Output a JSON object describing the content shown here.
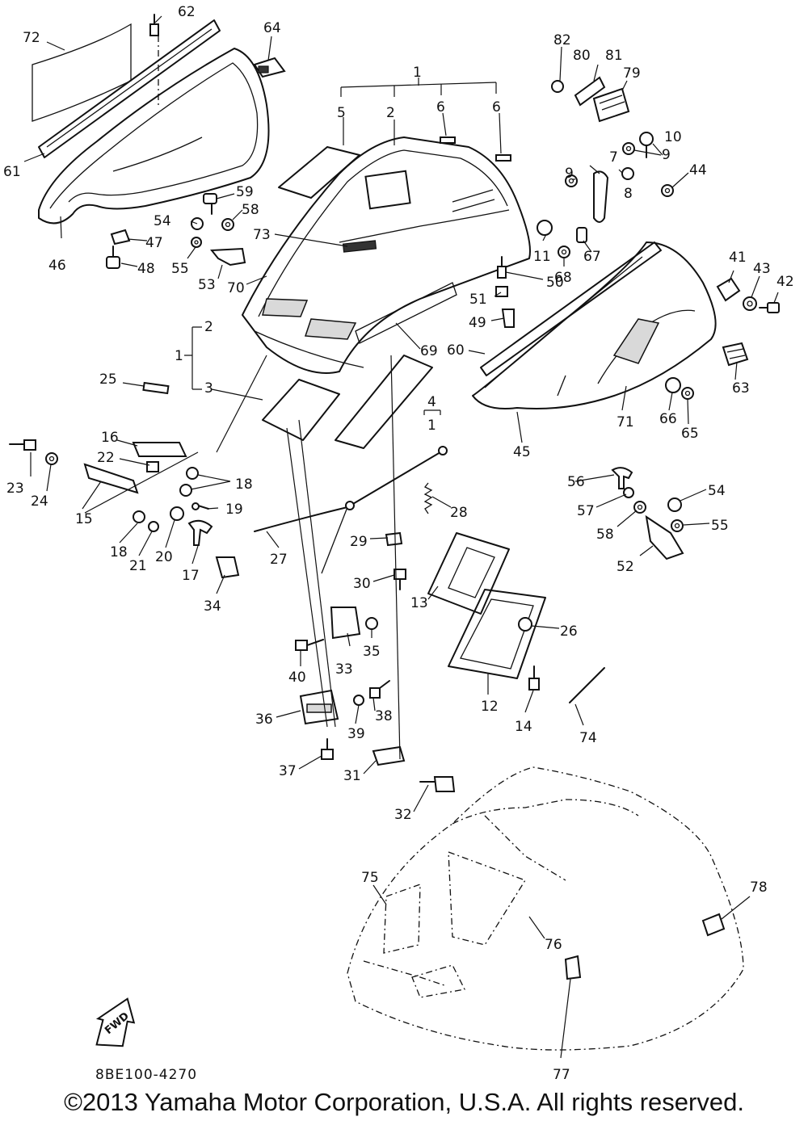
{
  "labels": [
    "1",
    "2",
    "3",
    "4",
    "5",
    "6",
    "7",
    "8",
    "9",
    "10",
    "11",
    "12",
    "13",
    "14",
    "15",
    "16",
    "17",
    "18",
    "19",
    "20",
    "21",
    "22",
    "23",
    "24",
    "25",
    "26",
    "27",
    "28",
    "29",
    "30",
    "31",
    "32",
    "33",
    "34",
    "35",
    "36",
    "37",
    "38",
    "39",
    "40",
    "41",
    "42",
    "43",
    "44",
    "45",
    "46",
    "47",
    "48",
    "49",
    "50",
    "51",
    "52",
    "53",
    "54",
    "55",
    "56",
    "57",
    "58",
    "59",
    "60",
    "61",
    "62",
    "63",
    "64",
    "65",
    "66",
    "67",
    "68",
    "69",
    "70",
    "71",
    "72",
    "73",
    "74",
    "75",
    "76",
    "77",
    "78",
    "79",
    "80",
    "81",
    "82"
  ],
  "fwd_arrow_text": "FWD",
  "diagram_code": "8BE100-4270",
  "copyright": "©2013 Yamaha Motor Corporation, U.S.A. All rights reserved."
}
